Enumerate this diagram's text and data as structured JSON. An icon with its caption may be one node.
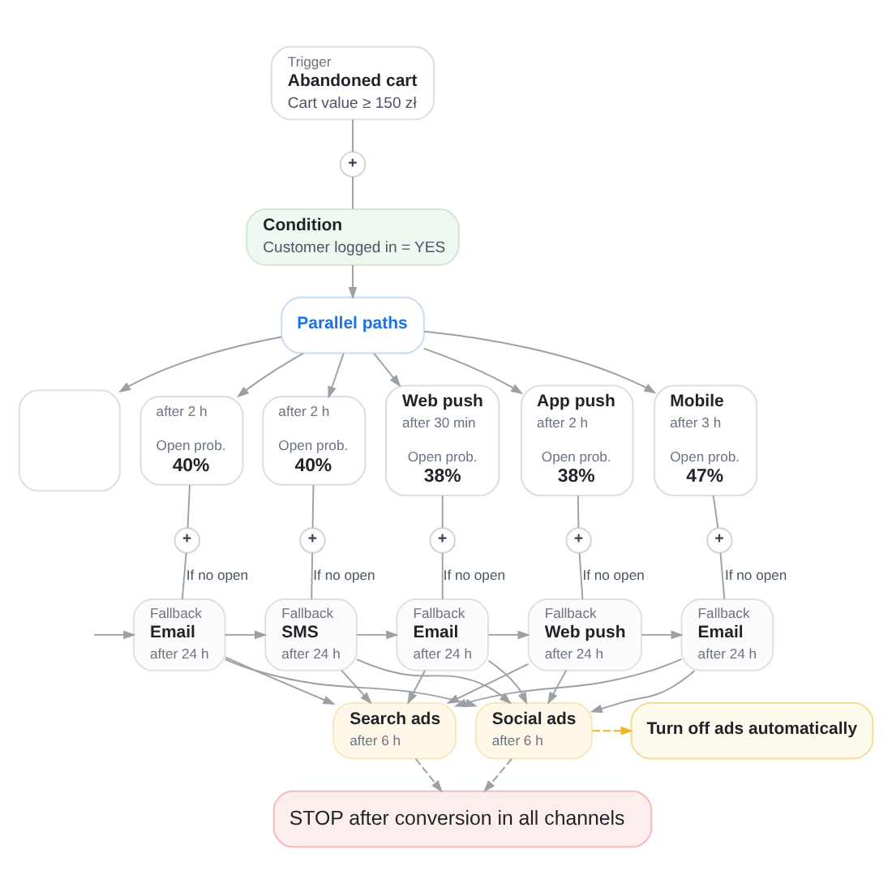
{
  "diagram": {
    "nodes": [
      {
        "text": [
          "Trigger",
          "Abandoned cart",
          "Cart value ≥ 150 zł"
        ]
      },
      {
        "text": [
          "+"
        ]
      },
      {
        "text": [
          "Condition",
          "Customer logged in = YES"
        ]
      },
      {
        "text": [
          "Parallel paths"
        ]
      },
      {
        "text": [],
        "shape": "box"
      },
      {
        "text": [
          "after 2 h",
          "Open prob.",
          "40%"
        ]
      },
      {
        "text": [
          "after 2 h",
          "Open prob.",
          "40%"
        ]
      },
      {
        "text": [
          "Web push",
          "after 30 min",
          "Open prob.",
          "38%"
        ]
      },
      {
        "text": [
          "App push",
          "after 2 h",
          "Open prob.",
          "38%"
        ]
      },
      {
        "text": [
          "Mobile",
          "after 3 h",
          "Open prob.",
          "47%"
        ]
      },
      {
        "text": [
          "+"
        ]
      },
      {
        "text": [
          "+"
        ]
      },
      {
        "text": [
          "+"
        ]
      },
      {
        "text": [
          "+"
        ]
      },
      {
        "text": [
          "+"
        ]
      },
      {
        "text": [
          "Fallback",
          "Email",
          "after 24 h"
        ]
      },
      {
        "text": [
          "Fallback",
          "SMS",
          "after 24 h"
        ]
      },
      {
        "text": [
          "Fallback",
          "Email",
          "after 24 h"
        ]
      },
      {
        "text": [
          "Fallback",
          "Web push",
          "after 24 h"
        ]
      },
      {
        "text": [
          "Fallback",
          "Email",
          "after 24 h"
        ]
      },
      {
        "text": [
          "Search ads",
          "after 6 h"
        ]
      },
      {
        "text": [
          "Social ads",
          "after 6 h"
        ]
      },
      {
        "text": [
          "Turn off ads automatically"
        ]
      },
      {
        "text": [
          "STOP after conversion in all channels"
        ]
      }
    ],
    "edges": [
      {
        "from": 0,
        "to": 1,
        "arrow": "none"
      },
      {
        "from": 1,
        "to": 2,
        "arrow": "none"
      },
      {
        "from": 2,
        "to": 3,
        "arrow": "to"
      },
      {
        "from": 3,
        "to": 4,
        "arrow": "to"
      },
      {
        "from": 3,
        "to": 5,
        "arrow": "to"
      },
      {
        "from": 3,
        "to": 6,
        "arrow": "to"
      },
      {
        "from": 3,
        "to": 7,
        "arrow": "to"
      },
      {
        "from": 3,
        "to": 8,
        "arrow": "to"
      },
      {
        "from": 3,
        "to": 9,
        "arrow": "to"
      },
      {
        "from": 5,
        "to": 10,
        "arrow": "none"
      },
      {
        "from": 6,
        "to": 11,
        "arrow": "none"
      },
      {
        "from": 7,
        "to": 12,
        "arrow": "none"
      },
      {
        "from": 8,
        "to": 13,
        "arrow": "none"
      },
      {
        "from": 9,
        "to": 14,
        "arrow": "none"
      },
      {
        "from": 10,
        "to": 15,
        "arrow": "none",
        "label": "If no open"
      },
      {
        "from": 11,
        "to": 16,
        "arrow": "none",
        "label": "If no open"
      },
      {
        "from": 12,
        "to": 17,
        "arrow": "none",
        "label": "If no open"
      },
      {
        "from": 13,
        "to": 18,
        "arrow": "none",
        "label": "If no open"
      },
      {
        "from": 14,
        "to": 19,
        "arrow": "none",
        "label": "If no open"
      },
      {
        "from": null,
        "to": 15,
        "arrow": "to"
      },
      {
        "from": 15,
        "to": 16,
        "arrow": "to"
      },
      {
        "from": 16,
        "to": 17,
        "arrow": "to"
      },
      {
        "from": 17,
        "to": 18,
        "arrow": "to"
      },
      {
        "from": 18,
        "to": 19,
        "arrow": "to"
      },
      {
        "from": 15,
        "to": 20,
        "arrow": "to"
      },
      {
        "from": 15,
        "to": 21,
        "arrow": "to"
      },
      {
        "from": 16,
        "to": 20,
        "arrow": "to"
      },
      {
        "from": 16,
        "to": 21,
        "arrow": "to"
      },
      {
        "from": 17,
        "to": 20,
        "arrow": "to"
      },
      {
        "from": 17,
        "to": 21,
        "arrow": "to"
      },
      {
        "from": 18,
        "to": 20,
        "arrow": "to"
      },
      {
        "from": 18,
        "to": 21,
        "arrow": "to"
      },
      {
        "from": 19,
        "to": 20,
        "arrow": "to"
      },
      {
        "from": 19,
        "to": 21,
        "arrow": "to"
      },
      {
        "from": 20,
        "to": 23,
        "arrow": "to",
        "style": "dashed"
      },
      {
        "from": 21,
        "to": 23,
        "arrow": "to",
        "style": "dashed"
      },
      {
        "from": 21,
        "to": 22,
        "arrow": "to",
        "style": "dashed",
        "color": "#f0b429"
      }
    ]
  }
}
